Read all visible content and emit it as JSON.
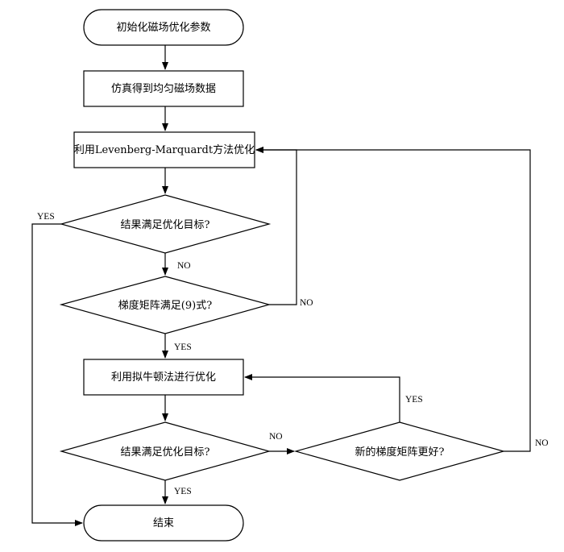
{
  "nodes": {
    "init": "初始化磁场优化参数",
    "simulate": "仿真得到均匀磁场数据",
    "lm_optimize": "利用Levenberg-Marquardt方法优化",
    "check_goal_1": "结果满足优化目标?",
    "check_gradient": "梯度矩阵满足(9)式?",
    "quasi_newton": "利用拟牛顿法进行优化",
    "check_goal_2": "结果满足优化目标?",
    "better_gradient": "新的梯度矩阵更好?",
    "end": "结束"
  },
  "edge_labels": {
    "goal1_yes": "YES",
    "goal1_no": "NO",
    "gradient_no": "NO",
    "gradient_yes": "YES",
    "goal2_no": "NO",
    "goal2_yes": "YES",
    "better_yes": "YES",
    "better_no": "NO"
  }
}
